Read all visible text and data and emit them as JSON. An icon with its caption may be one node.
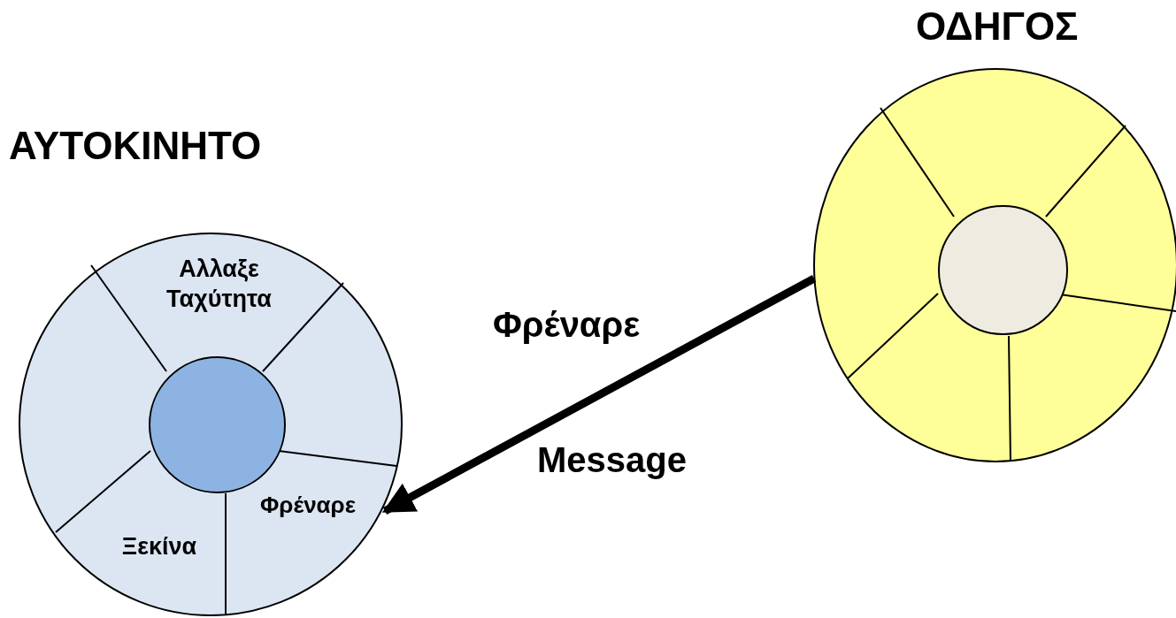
{
  "diagram": {
    "nodes": [
      {
        "text": [
          "ΑΥΤΟΚΙΝΗΤΟ"
        ]
      },
      {
        "text": [
          "Αλλαξε Ταχύτητα"
        ],
        "in": 0
      },
      {
        "text": [],
        "shape": "circle",
        "in": 0
      },
      {
        "text": [
          "Φρέναρε"
        ],
        "in": 0
      },
      {
        "text": [
          "Ξεκίνα"
        ],
        "in": 0
      },
      {
        "text": [
          "ΟΔΗΓΟΣ"
        ]
      },
      {
        "text": [],
        "shape": "circle",
        "in": 5
      }
    ],
    "edges": [
      {
        "from": 5,
        "to": 3,
        "arrow": "to",
        "label": "Φρέναρε"
      }
    ],
    "labels": [
      "Message"
    ]
  }
}
